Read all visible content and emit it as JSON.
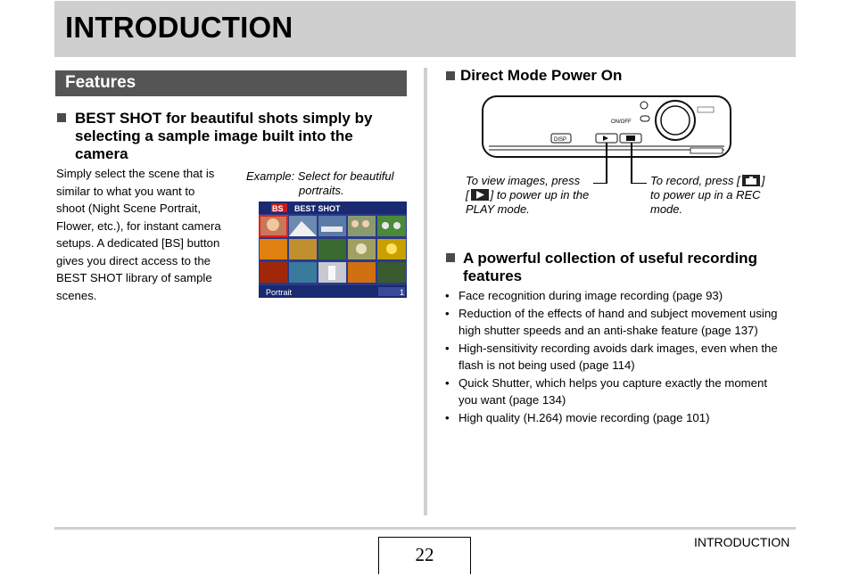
{
  "header": {
    "title": "INTRODUCTION"
  },
  "features": {
    "label": "Features"
  },
  "best_shot": {
    "heading_line1": "BEST SHOT for beautiful shots simply by",
    "heading_line2": "selecting a sample image built into the",
    "heading_line3": "camera",
    "body_lines": [
      "Simply select the scene that is",
      "similar to what you want to",
      "shoot (Night Scene Portrait,",
      "Flower, etc.), for instant camera",
      "setups. A dedicated [BS] button",
      "gives you direct access to the",
      "BEST SHOT library of sample",
      "scenes."
    ],
    "example_line1": "Example: Select for beautiful",
    "example_line2": "portraits.",
    "screen": {
      "bs_logo": "BS",
      "title": "BEST SHOT",
      "scene_label": "Portrait",
      "counter": "1"
    }
  },
  "direct_mode": {
    "heading": "Direct Mode Power On",
    "camera": {
      "onoff": "ON/OFF",
      "disp": "DISP"
    },
    "view_line1": "To view images, press",
    "view_line2_pre": "[",
    "view_line2_post": "] to power up in the",
    "view_line3": "PLAY mode.",
    "rec_line1_pre": "To record, press [",
    "rec_line1_post": "]",
    "rec_line2": "to power up in a REC",
    "rec_line3": "mode."
  },
  "recording": {
    "heading_line1": "A powerful collection of useful recording",
    "heading_line2": "features",
    "bullets": [
      {
        "l1": "Face recognition during image recording (page 93)",
        "l2": ""
      },
      {
        "l1": "Reduction of the effects of hand and subject movement using",
        "l2": "high shutter speeds and an anti-shake feature (page 137)"
      },
      {
        "l1": "High-sensitivity recording avoids dark images, even when the",
        "l2": "flash is not being used (page 114)"
      },
      {
        "l1": "Quick Shutter, which helps you capture exactly the moment",
        "l2": "you want (page 134)"
      },
      {
        "l1": "High quality (H.264) movie recording (page 101)",
        "l2": ""
      }
    ]
  },
  "footer": {
    "page_number": "22",
    "section": "INTRODUCTION"
  },
  "colors": {
    "header_bg": "#cfcfcf",
    "features_bar": "#555555"
  }
}
